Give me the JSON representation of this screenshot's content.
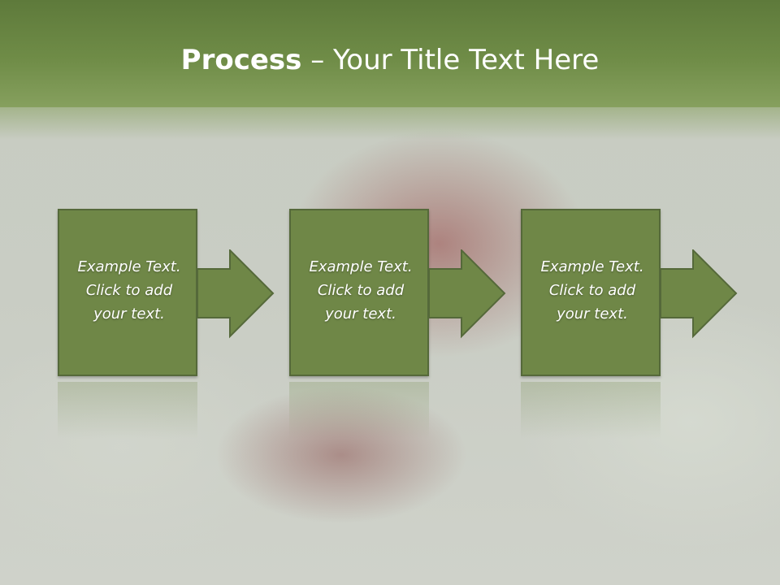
{
  "slide": {
    "title_bold": "Process",
    "title_separator": " – ",
    "title_rest": "Your Title Text Here"
  },
  "steps": [
    {
      "line1": "Example Text.",
      "line2": "Click  to add",
      "line3": "your text."
    },
    {
      "line1": "Example Text.",
      "line2": "Click  to add",
      "line3": "your text."
    },
    {
      "line1": "Example Text.",
      "line2": "Click  to add",
      "line3": "your text."
    }
  ],
  "colors": {
    "header": "#6f8c47",
    "box_fill": "#6f8747",
    "box_border": "#55693a",
    "text": "#ffffff"
  },
  "icons": [
    "right-arrow-icon"
  ]
}
